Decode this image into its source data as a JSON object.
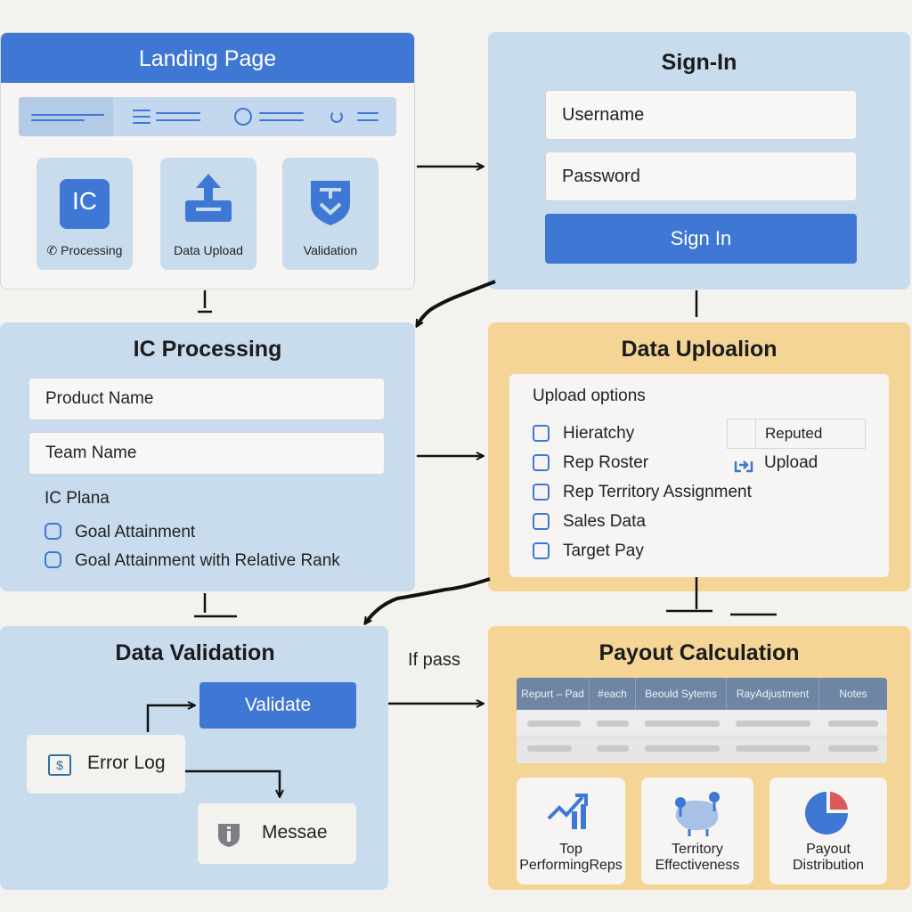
{
  "landing": {
    "title": "Landing Page",
    "tiles": [
      {
        "icon_text": "IC",
        "label": "Processing",
        "icon": "ic-badge-icon"
      },
      {
        "label": "Data Upload",
        "icon": "upload-tray-icon"
      },
      {
        "label": "Validation",
        "icon": "shield-check-icon"
      }
    ]
  },
  "signin": {
    "title": "Sign-In",
    "username_placeholder": "Username",
    "password_placeholder": "Password",
    "button_label": "Sign In"
  },
  "ic_processing": {
    "title": "IC Processing",
    "product_placeholder": "Product Name",
    "team_placeholder": "Team Name",
    "plans_label": "IC Plana",
    "options": [
      "Goal  Attainment",
      "Goal  Attainment with Relative Rank"
    ]
  },
  "data_upload": {
    "title": "Data Uploalion",
    "options_label": "Upload options",
    "options": [
      "Hieratchy",
      "Rep Roster",
      "Rep Territory Assignment",
      "Sales Data",
      "Target Pay"
    ],
    "side_header": "Reputed",
    "upload_label": "Upload"
  },
  "validation": {
    "title": "Data Validation",
    "validate_label": "Validate",
    "error_log_label": "Error Log",
    "message_label": "Messae"
  },
  "flow": {
    "if_pass_label": "If pass"
  },
  "payout": {
    "title": "Payout Calculation",
    "columns": [
      "Repurt – Pad",
      "#each",
      "Beould Sytems",
      "RayAdjustment",
      "Notes"
    ],
    "cards": [
      {
        "line1": "Top",
        "line2": "PerformingReps",
        "icon": "trend-chart-icon"
      },
      {
        "line1": "Territory",
        "line2": "Effectiveness",
        "icon": "map-pin-icon"
      },
      {
        "line1": "Payout",
        "line2": "Distribution",
        "icon": "pie-chart-icon"
      }
    ]
  },
  "colors": {
    "accent": "#3f78d4",
    "blue_panel": "#c9dcee",
    "amber_panel": "#f5d596",
    "background": "#f3f2ef"
  }
}
